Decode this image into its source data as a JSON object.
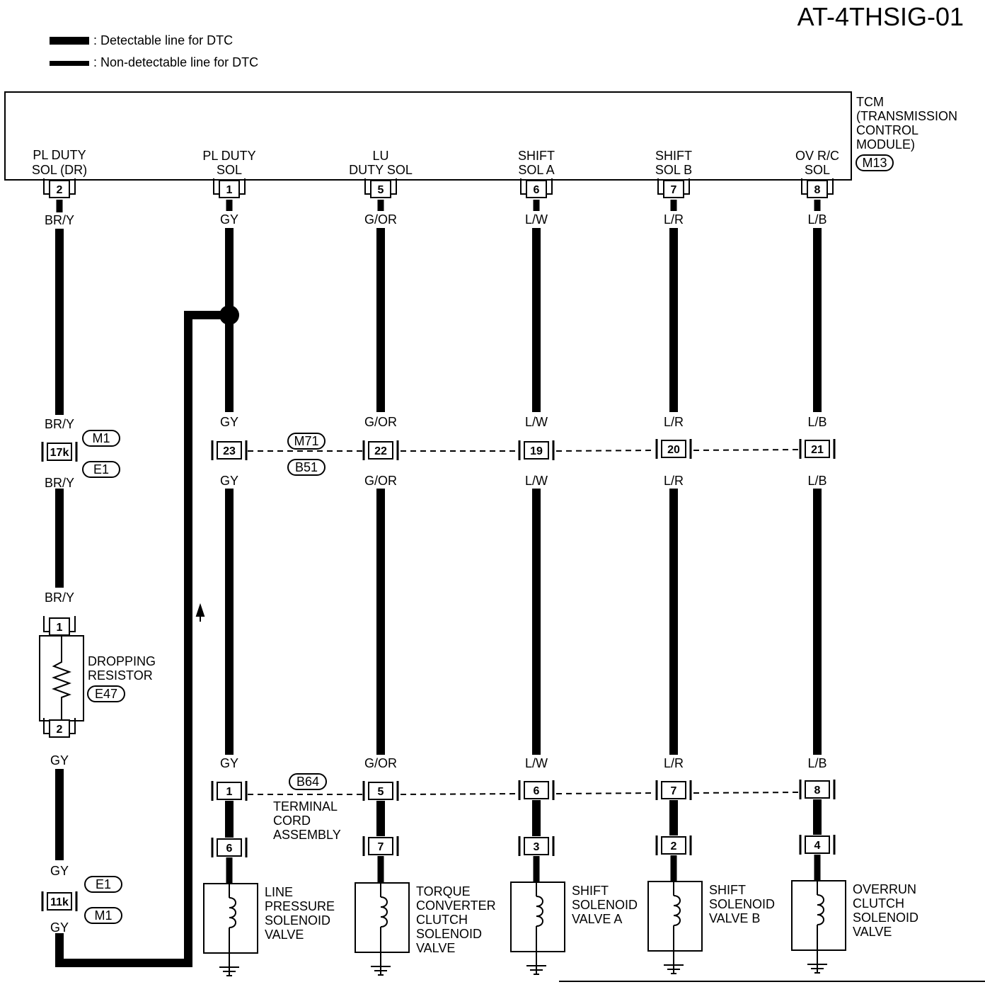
{
  "diagram_code": "AT-4THSIG-01",
  "legend": [
    {
      "text": ": Detectable line for DTC"
    },
    {
      "text": ": Non-detectable line for DTC"
    }
  ],
  "tcm": {
    "label": [
      "TCM",
      "(TRANSMISSION",
      "CONTROL",
      "MODULE)"
    ],
    "connector": "M13"
  },
  "harness_connectors": {
    "mid_upper": "M71",
    "mid_lower": "B51",
    "bottom": "B64",
    "left_top_a": "M1",
    "left_top_b": "E1",
    "left_bottom_a": "E1",
    "left_bottom_b": "M1"
  },
  "terminal_cord_label": [
    "TERMINAL",
    "CORD",
    "ASSEMBLY"
  ],
  "circuits": [
    {
      "tcm_label": [
        "PL DUTY",
        "SOL (DR)"
      ],
      "tcm_pin": "2",
      "wire_top": "BR/Y",
      "wire_pre_mid": "BR/Y",
      "mid_pin": "17k",
      "wire_post_mid": "BR/Y",
      "wire_pre_res": "BR/Y",
      "res_pin_top": "1",
      "res_pin_bottom": "2",
      "res_label": [
        "DROPPING",
        "RESISTOR"
      ],
      "res_conn": "E47",
      "wire_post_res": "GY",
      "wire_pre_mid2": "GY",
      "mid2_pin": "11k",
      "wire_post_mid2": "GY"
    },
    {
      "tcm_label": [
        "PL DUTY",
        "SOL"
      ],
      "tcm_pin": "1",
      "wire_top": "GY",
      "wire_mid_a": "GY",
      "mid_pin": "23",
      "wire_mid_b": "GY",
      "wire_bot_a": "GY",
      "bot_pin": "1",
      "valve_pin": "6",
      "valve_label": [
        "LINE",
        "PRESSURE",
        "SOLENOID",
        "VALVE"
      ]
    },
    {
      "tcm_label": [
        "LU",
        "DUTY SOL"
      ],
      "tcm_pin": "5",
      "wire_top": "G/OR",
      "wire_mid_a": "G/OR",
      "mid_pin": "22",
      "wire_mid_b": "G/OR",
      "wire_bot_a": "G/OR",
      "bot_pin": "5",
      "valve_pin": "7",
      "valve_label": [
        "TORQUE",
        "CONVERTER",
        "CLUTCH",
        "SOLENOID",
        "VALVE"
      ]
    },
    {
      "tcm_label": [
        "SHIFT",
        "SOL A"
      ],
      "tcm_pin": "6",
      "wire_top": "L/W",
      "wire_mid_a": "L/W",
      "mid_pin": "19",
      "wire_mid_b": "L/W",
      "wire_bot_a": "L/W",
      "bot_pin": "6",
      "valve_pin": "3",
      "valve_label": [
        "SHIFT",
        "SOLENOID",
        "VALVE A"
      ]
    },
    {
      "tcm_label": [
        "SHIFT",
        "SOL B"
      ],
      "tcm_pin": "7",
      "wire_top": "L/R",
      "wire_mid_a": "L/R",
      "mid_pin": "20",
      "wire_mid_b": "L/R",
      "wire_bot_a": "L/R",
      "bot_pin": "7",
      "valve_pin": "2",
      "valve_label": [
        "SHIFT",
        "SOLENOID",
        "VALVE B"
      ]
    },
    {
      "tcm_label": [
        "OV R/C",
        "SOL"
      ],
      "tcm_pin": "8",
      "wire_top": "L/B",
      "wire_mid_a": "L/B",
      "mid_pin": "21",
      "wire_mid_b": "L/B",
      "wire_bot_a": "L/B",
      "bot_pin": "8",
      "valve_pin": "4",
      "valve_label": [
        "OVERRUN",
        "CLUTCH",
        "SOLENOID",
        "VALVE"
      ]
    }
  ]
}
